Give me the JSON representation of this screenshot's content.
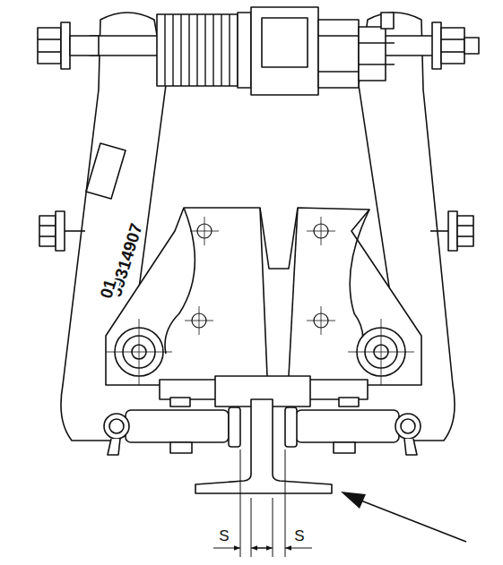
{
  "diagram": {
    "labels": [
      "59314907",
      "01",
      "S",
      "S"
    ]
  }
}
